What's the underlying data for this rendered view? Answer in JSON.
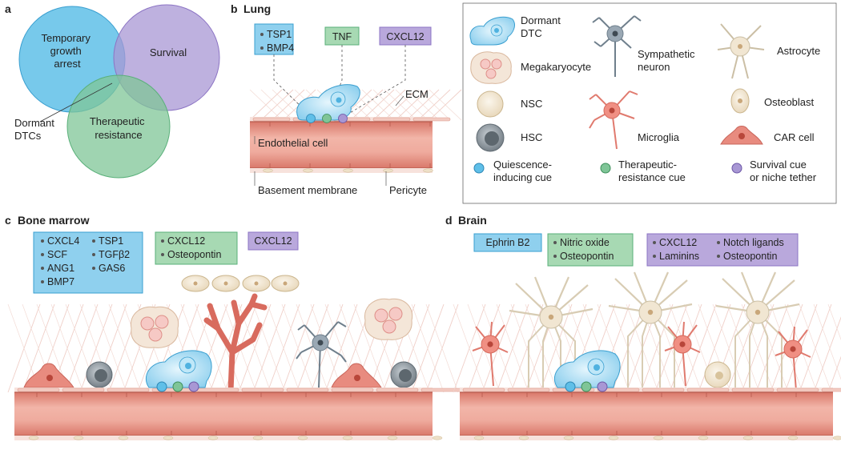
{
  "colors": {
    "blue": "#8fd0ee",
    "blue_dark": "#3a9fd0",
    "green": "#a7d9b3",
    "green_dark": "#5ab07a",
    "purple": "#b9a8dc",
    "purple_dark": "#8c74c4",
    "vessel": "#e69b8c",
    "vessel_dark": "#b85a4d",
    "fiber": "#f0d2cc",
    "cream": "#f1e6d2",
    "grey_cell": "#7f8a92"
  },
  "panel_a": {
    "letter": "a",
    "circle_top_left": [
      "Temporary",
      "growth",
      "arrest"
    ],
    "circle_top_right": "Survival",
    "circle_bottom": [
      "Therapeutic",
      "resistance"
    ],
    "pointer_label": [
      "Dormant",
      "DTCs"
    ]
  },
  "panel_b": {
    "letter": "b",
    "title": "Lung",
    "box_blue": [
      "TSP1",
      "BMP4"
    ],
    "box_green": "TNF",
    "box_purple": "CXCL12",
    "ecm": "ECM",
    "endothelial": "Endothelial cell",
    "basement": "Basement membrane",
    "pericyte": "Pericyte"
  },
  "legend": {
    "dormant_dtc": [
      "Dormant",
      "DTC"
    ],
    "sympathetic_neuron": [
      "Sympathetic",
      "neuron"
    ],
    "astrocyte": "Astrocyte",
    "megakaryocyte": "Megakaryocyte",
    "nsc": "NSC",
    "osteoblast": "Osteoblast",
    "hsc": "HSC",
    "microglia": "Microglia",
    "car_cell": "CAR cell",
    "quiescence": [
      "Quiescence-",
      "inducing cue"
    ],
    "therapeutic": [
      "Therapeutic-",
      "resistance cue"
    ],
    "survival": [
      "Survival cue",
      "or niche tether"
    ]
  },
  "panel_c": {
    "letter": "c",
    "title": "Bone marrow",
    "box_blue_col1": [
      "CXCL4",
      "SCF",
      "ANG1",
      "BMP7"
    ],
    "box_blue_col2": [
      "TSP1",
      "TGFβ2",
      "GAS6"
    ],
    "box_green": [
      "CXCL12",
      "Osteopontin"
    ],
    "box_purple": "CXCL12"
  },
  "panel_d": {
    "letter": "d",
    "title": "Brain",
    "box_blue": "Ephrin B2",
    "box_green": [
      "Nitric oxide",
      "Osteopontin"
    ],
    "box_purple_col1": [
      "CXCL12",
      "Laminins"
    ],
    "box_purple_col2": [
      "Notch ligands",
      "Osteopontin"
    ]
  }
}
